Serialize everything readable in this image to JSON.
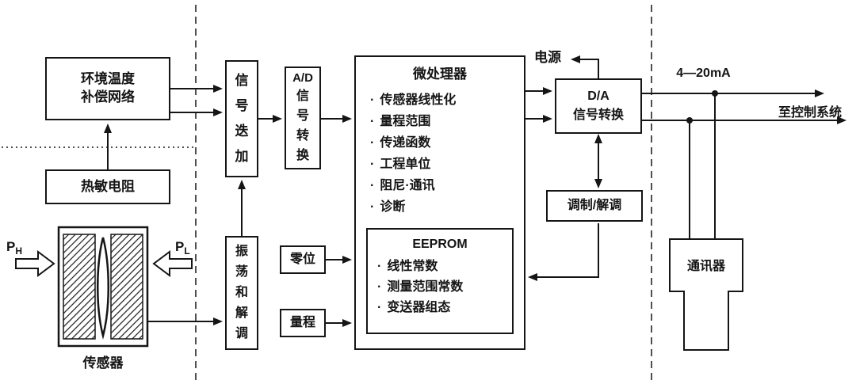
{
  "colors": {
    "line": "#151515",
    "background": "#ffffff"
  },
  "labels": {
    "temp_comp_line1": "环境温度",
    "temp_comp_line2": "补偿网络",
    "thermistor": "热敏电阻",
    "sensor": "传感器",
    "p_high_main": "P",
    "p_high_sub": "H",
    "p_low_main": "P",
    "p_low_sub": "L",
    "signal_add": "信号迭加",
    "osc_demod": "振荡和解调",
    "ad_line1": "A/D",
    "ad_line2": "信号转换",
    "zero": "零位",
    "span": "量程",
    "power": "电源",
    "da_line1": "D/A",
    "da_line2": "信号转换",
    "mod_demod": "调制/解调",
    "current_range": "4—20mA",
    "to_control": "至控制系统",
    "communicator": "通讯器"
  },
  "mcu": {
    "title": "微处理器",
    "bullet": "·",
    "items": [
      "传感器线性化",
      "量程范围",
      "传递函数",
      "工程单位",
      "阻尼·通讯",
      "诊断"
    ],
    "eeprom": {
      "title": "EEPROM",
      "items": [
        "线性常数",
        "测量范围常数",
        "变送器组态"
      ]
    }
  }
}
